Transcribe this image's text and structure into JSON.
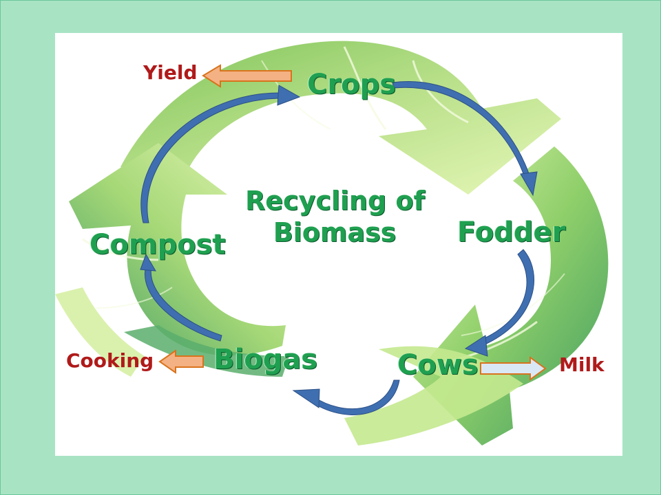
{
  "diagram": {
    "center_title": [
      "Recycling of",
      "Biomass"
    ],
    "nodes": {
      "crops": "Crops",
      "fodder": "Fodder",
      "cows": "Cows",
      "biogas": "Biogas",
      "compost": "Compost"
    },
    "outputs": {
      "yield": "Yield",
      "milk": "Milk",
      "cooking": "Cooking"
    }
  },
  "colors": {
    "slide_background": "#a8e4c4",
    "panel_background": "#ffffff",
    "node_text": "#1fa050",
    "output_text": "#b01a1a",
    "cycle_arrow": "#3f6fb0",
    "output_arrow_fill": "#f4b183",
    "output_arrow_stroke": "#d9731c",
    "milk_arrow_fill": "#dae8f5"
  },
  "icons": [
    "recycle-leaf-arrows",
    "cycle-arrow",
    "output-block-arrow"
  ]
}
